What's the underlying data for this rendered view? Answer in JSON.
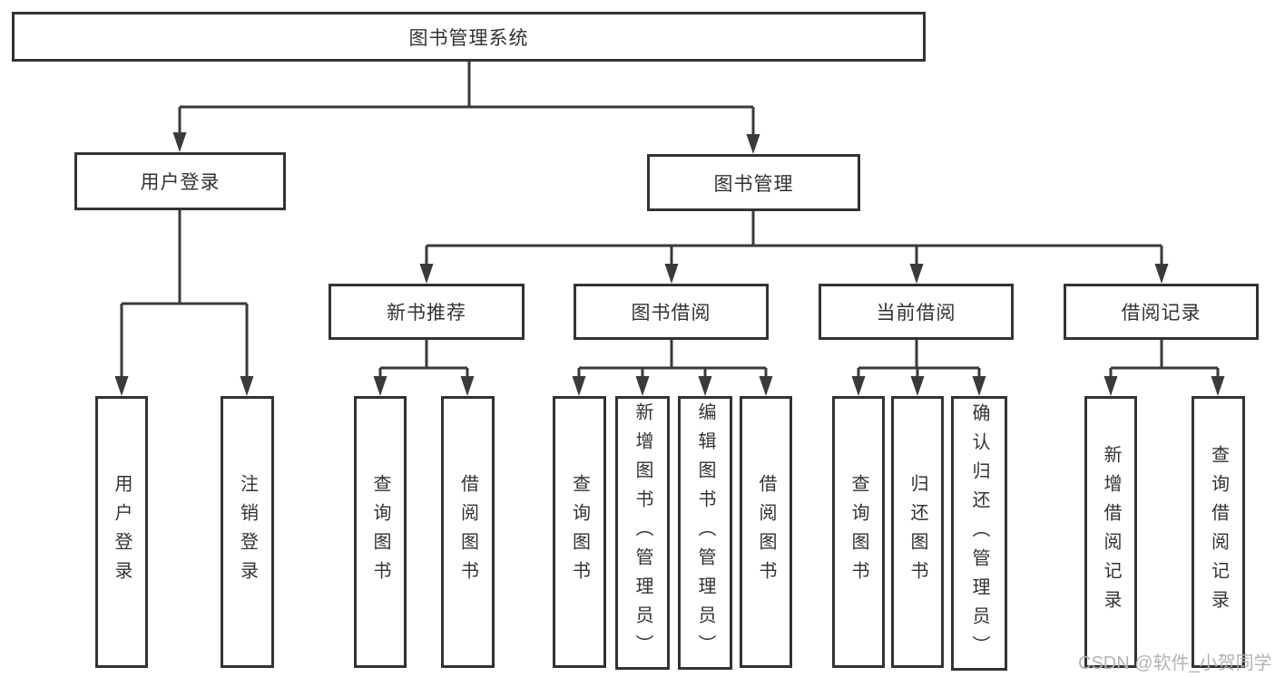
{
  "watermark": {
    "text": "CSDN @软件_小贺同学"
  },
  "colors": {
    "line": "#3a3a3a",
    "box_border": "#333333",
    "text": "#333333",
    "watermark": "#b3b3b3",
    "background": "#ffffff"
  },
  "diagram": {
    "root": {
      "label": "图书管理系统",
      "children": [
        {
          "label": "用户登录",
          "children": [
            {
              "label": "用户登录"
            },
            {
              "label": "注销登录"
            }
          ]
        },
        {
          "label": "图书管理",
          "children": [
            {
              "label": "新书推荐",
              "children": [
                {
                  "label": "查询图书"
                },
                {
                  "label": "借阅图书"
                }
              ]
            },
            {
              "label": "图书借阅",
              "children": [
                {
                  "label": "查询图书"
                },
                {
                  "label": "新增图书（管理员）"
                },
                {
                  "label": "编辑图书（管理员）"
                },
                {
                  "label": "借阅图书"
                }
              ]
            },
            {
              "label": "当前借阅",
              "children": [
                {
                  "label": "查询图书"
                },
                {
                  "label": "归还图书"
                },
                {
                  "label": "确认归还（管理员）"
                }
              ]
            },
            {
              "label": "借阅记录",
              "children": [
                {
                  "label": "新增借阅记录"
                },
                {
                  "label": "查询借阅记录"
                }
              ]
            }
          ]
        }
      ]
    }
  }
}
